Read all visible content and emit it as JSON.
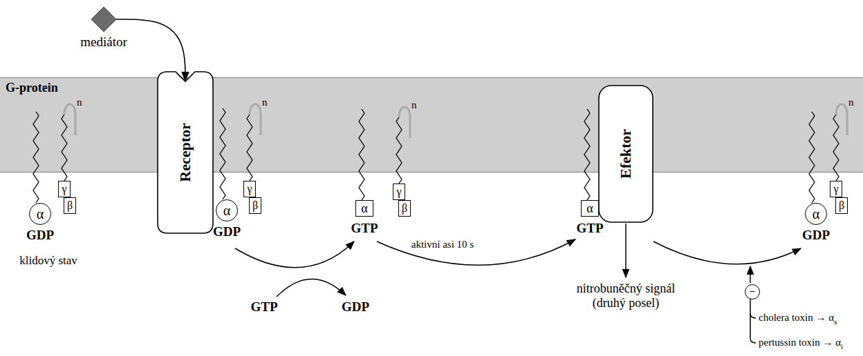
{
  "diagram": {
    "nodes": [
      {
        "text": [
          "G-protein"
        ]
      },
      {
        "text": [
          "mediátor"
        ]
      },
      {
        "text": [
          "α"
        ]
      },
      {
        "text": [
          "γ"
        ]
      },
      {
        "text": [
          "β"
        ]
      },
      {
        "text": [
          "Receptor"
        ]
      },
      {
        "text": [
          "α"
        ]
      },
      {
        "text": [
          "γ"
        ]
      },
      {
        "text": [
          "β"
        ]
      },
      {
        "text": [
          "α"
        ]
      },
      {
        "text": [
          "γ"
        ]
      },
      {
        "text": [
          "β"
        ]
      },
      {
        "text": [
          "α"
        ]
      },
      {
        "text": [
          "Efektor"
        ]
      },
      {
        "text": [
          "α"
        ]
      },
      {
        "text": [
          "γ"
        ]
      },
      {
        "text": [
          "β"
        ]
      },
      {
        "text": [
          "−"
        ]
      }
    ],
    "edges": [
      {
        "from": 1,
        "to": 5,
        "arrow": "to"
      }
    ],
    "labels": [
      "n",
      "GDP",
      "klidový stav",
      "n",
      "GDP",
      "GTP",
      "GDP",
      "n",
      "GTP",
      "aktivní asi 10 s",
      "GTP",
      "nitrobuněčný signál (druhý posel)",
      "n",
      "GDP",
      "cholera toxin → α",
      "s",
      "pertussin toxin → α",
      "i"
    ]
  }
}
